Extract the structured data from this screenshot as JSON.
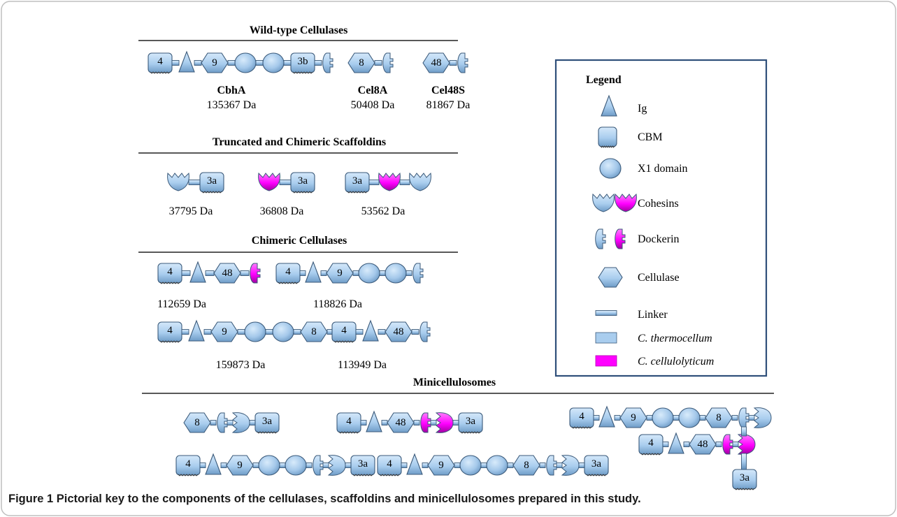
{
  "sections": {
    "wild_type": {
      "title": "Wild-type Cellulases",
      "items": [
        {
          "name": "CbhA",
          "mass": "135367 Da",
          "domains": [
            "CBM:4",
            "Ig",
            "Cellulase:9",
            "X1",
            "X1",
            "CBM:3b",
            "DockT"
          ]
        },
        {
          "name": "Cel8A",
          "mass": "50408 Da",
          "domains": [
            "Cellulase:8",
            "DockT"
          ]
        },
        {
          "name": "Cel48S",
          "mass": "81867 Da",
          "domains": [
            "Cellulase:48",
            "DockT"
          ]
        }
      ]
    },
    "scaffoldins": {
      "title": "Truncated and Chimeric Scaffoldins",
      "items": [
        {
          "mass": "37795 Da",
          "domains": [
            "CohT",
            "CBM:3a"
          ]
        },
        {
          "mass": "36808 Da",
          "domains": [
            "CohC",
            "CBM:3a"
          ]
        },
        {
          "mass": "53562 Da",
          "domains": [
            "CBM:3a",
            "CohC",
            "CohT"
          ]
        }
      ]
    },
    "chimeric": {
      "title": "Chimeric  Cellulases",
      "items": [
        {
          "mass": "112659 Da",
          "domains": [
            "CBM:4",
            "Ig",
            "Cellulase:48",
            "DockC"
          ]
        },
        {
          "mass": "118826 Da",
          "domains": [
            "CBM:4",
            "Ig",
            "Cellulase:9",
            "X1",
            "X1",
            "DockT"
          ]
        },
        {
          "mass": "159873 Da",
          "domains": [
            "CBM:4",
            "Ig",
            "Cellulase:9",
            "X1",
            "X1",
            "Cellulase:8",
            "DockT"
          ]
        },
        {
          "mass": "113949 Da",
          "domains": [
            "CBM:4",
            "Ig",
            "Cellulase:48",
            "DockT"
          ]
        }
      ]
    },
    "minicellulosomes": {
      "title": "Minicellulosomes"
    }
  },
  "legend": {
    "title": "Legend",
    "items": [
      {
        "icon": "ig-triangle-icon",
        "label": "Ig",
        "italic": false
      },
      {
        "icon": "cbm-icon",
        "label": "CBM",
        "italic": false
      },
      {
        "icon": "x1-domain-icon",
        "label": "X1 domain",
        "italic": false
      },
      {
        "icon": "cohesin-icon",
        "label": "Cohesins",
        "italic": false
      },
      {
        "icon": "dockerin-icon",
        "label": "Dockerin",
        "italic": false
      },
      {
        "icon": "cellulase-hexagon-icon",
        "label": "Cellulase",
        "italic": false
      },
      {
        "icon": "linker-icon",
        "label": "Linker",
        "italic": false
      },
      {
        "icon": "thermocellum-swatch-icon",
        "label": "C. thermocellum",
        "italic": true
      },
      {
        "icon": "cellulolyticum-swatch-icon",
        "label": "C. cellulolyticum",
        "italic": true
      }
    ]
  },
  "colors": {
    "thermocellum": "#a9cdee",
    "cellulolyticum": "#ff00ff",
    "stroke": "#3b5a7a",
    "legend_border": "#2f4f7a"
  },
  "caption": {
    "label": "Figure 1",
    "text": "Pictorial key to the components of the cellulases, scaffoldins and minicellulosomes prepared in this study."
  }
}
